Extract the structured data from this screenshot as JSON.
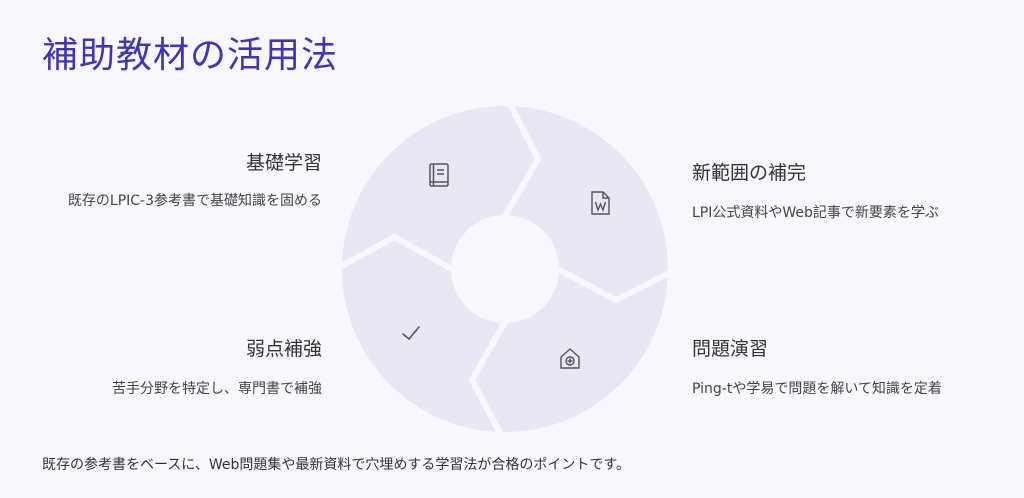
{
  "title": "補助教材の活用法",
  "steps": [
    {
      "title": "基礎学習",
      "desc": "既存のLPIC-3参考書で基礎知識を固める",
      "icon": "book-icon"
    },
    {
      "title": "新範囲の補完",
      "desc": "LPI公式資料やWeb記事で新要素を学ぶ",
      "icon": "word-document-icon"
    },
    {
      "title": "問題演習",
      "desc": "Ping-tや学易で問題を解いて知識を定着",
      "icon": "home-add-icon"
    },
    {
      "title": "弱点補強",
      "desc": "苦手分野を特定し、専門書で補強",
      "icon": "checkmark-icon"
    }
  ],
  "footer": "既存の参考書をベースに、Web問題集や最新資料で穴埋めする学習法が合格のポイントです。",
  "colors": {
    "title": "#3f35b8",
    "segment": "#e9e7f1",
    "background": "#f8f7fd"
  }
}
